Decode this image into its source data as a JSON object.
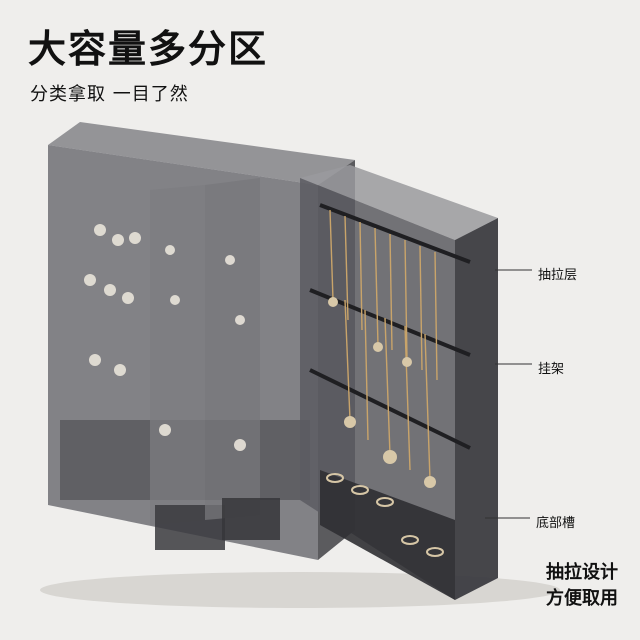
{
  "headline": "大容量多分区",
  "subhead": "分类拿取 一目了然",
  "callouts": {
    "drawer_layer": "抽拉层",
    "rack": "挂架",
    "bottom_slot": "底部槽"
  },
  "tagline": {
    "line1": "抽拉设计",
    "line2": "方便取用"
  },
  "colors": {
    "background": "#efeeec",
    "acrylic": "#5a5a5e",
    "frame": "#2c2c30"
  }
}
